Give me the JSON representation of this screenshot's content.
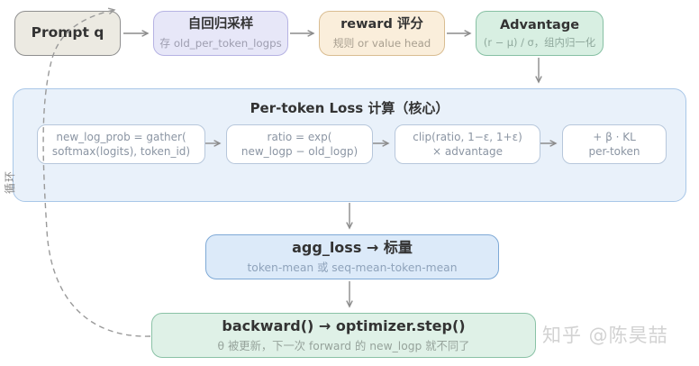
{
  "flow_top": [
    {
      "title": "Prompt q"
    },
    {
      "title": "自回归采样",
      "subtitle": "存 old_per_token_logps"
    },
    {
      "title": "reward 评分",
      "subtitle": "规则 or value head"
    },
    {
      "title": "Advantage",
      "subtitle": "(r − μ) / σ，组内归一化"
    }
  ],
  "loss_container": {
    "title": "Per-token Loss 计算（核心）",
    "steps": [
      {
        "line1": "new_log_prob = gather(",
        "line2": "softmax(logits), token_id)"
      },
      {
        "line1": "ratio = exp(",
        "line2": "new_logp − old_logp)"
      },
      {
        "line1": "clip(ratio, 1−ε, 1+ε)",
        "line2": "× advantage"
      },
      {
        "line1": "+ β · KL",
        "line2": "per-token"
      }
    ]
  },
  "agg": {
    "title": "agg_loss → 标量",
    "subtitle": "token-mean 或 seq-mean-token-mean"
  },
  "backward": {
    "title": "backward() → optimizer.step()",
    "subtitle": "θ 被更新，下一次 forward 的 new_logp 就不同了"
  },
  "loop_label": "循环",
  "watermark": "知乎 @陈昊喆",
  "colors": {
    "prompt_fill": "#eceae2",
    "prompt_border": "#8f8f8f",
    "sampling_fill": "#e7e7f8",
    "sampling_border": "#b6b3e3",
    "reward_fill": "#faeedb",
    "reward_border": "#d9bd92",
    "advantage_fill": "#d8efe2",
    "advantage_border": "#87c0a4",
    "loss_fill": "#e9f1fa",
    "loss_border": "#a9c7e8",
    "step_fill": "#ffffff",
    "step_border": "#b7c7db",
    "agg_fill": "#dceaf9",
    "agg_border": "#7ea9d6",
    "backward_fill": "#dff1e7",
    "backward_border": "#8ac2a6",
    "arrow": "#8c8c8c",
    "dashed": "#9a9a9a",
    "title_text": "#333333",
    "code_text": "#8b95a3",
    "watermark_text": "#d2d2d2"
  }
}
